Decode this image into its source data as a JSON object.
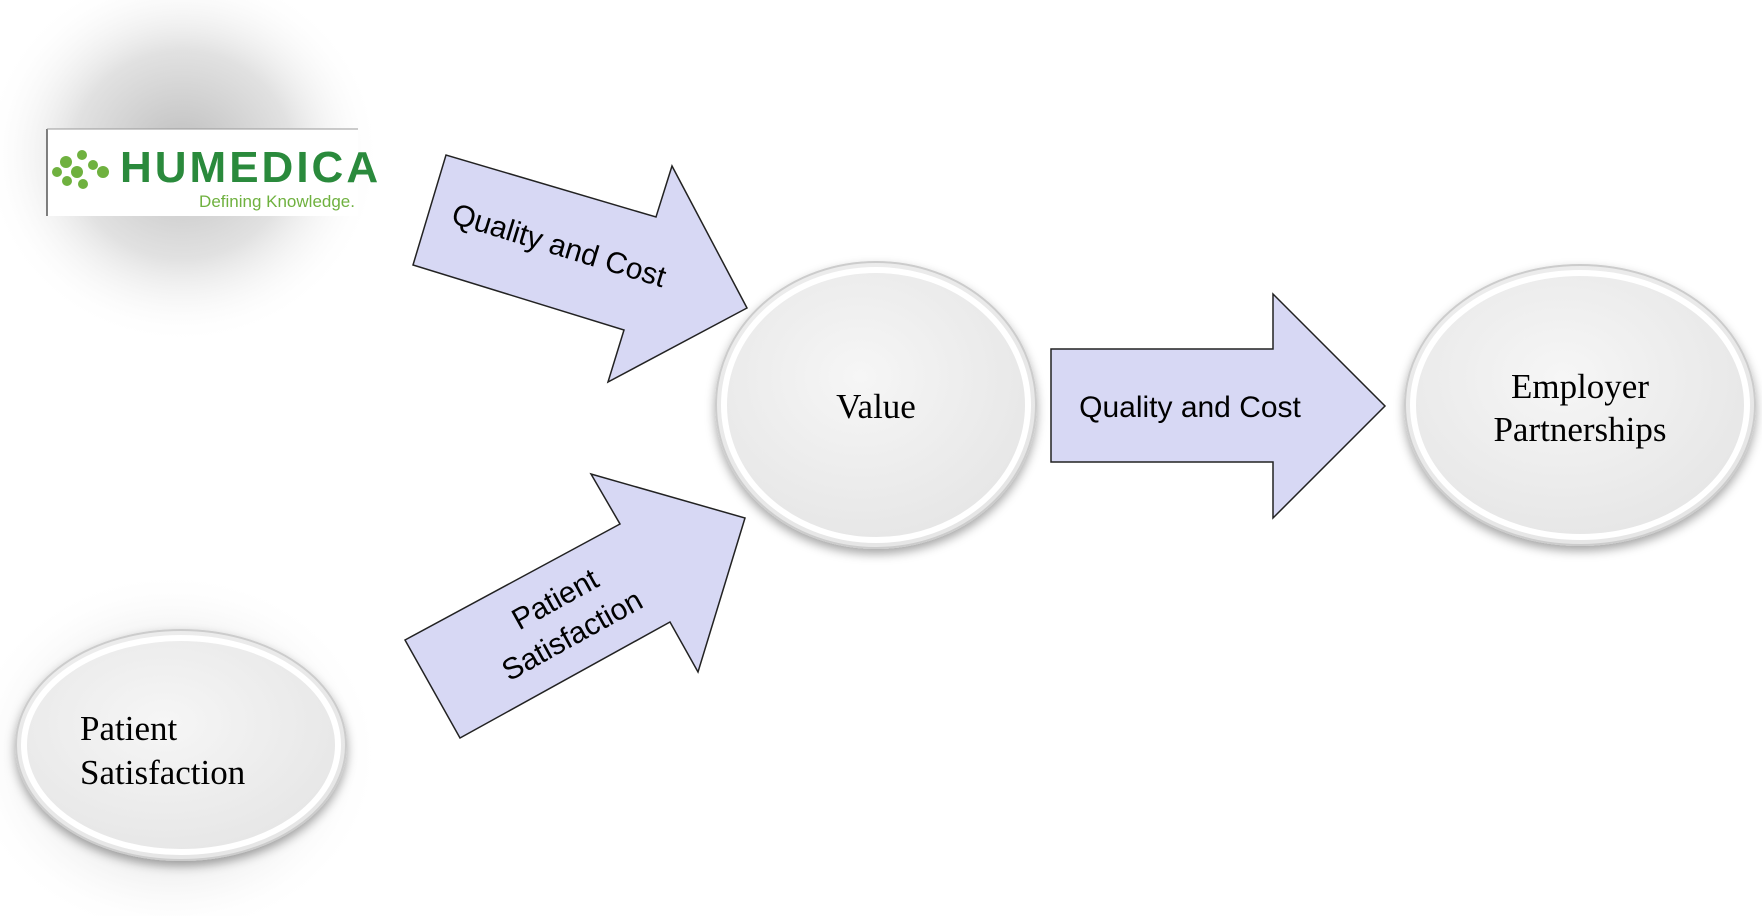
{
  "logo": {
    "wordmark": "HUMEDICA",
    "tagline": "Defining Knowledge.",
    "wordmark_color": "#2a8a3c",
    "tagline_color": "#6fb13f"
  },
  "nodes": {
    "patient_satisfaction": {
      "line1": "Patient",
      "line2": "Satisfaction"
    },
    "value": {
      "label": "Value"
    },
    "employer_partnerships": {
      "line1": "Employer",
      "line2": "Partnerships"
    }
  },
  "arrows": {
    "humedica_to_value": {
      "label": "Quality and Cost"
    },
    "satisfaction_to_value": {
      "line1": "Patient",
      "line2": "Satisfaction"
    },
    "value_to_employer": {
      "label": "Quality and Cost"
    }
  },
  "colors": {
    "arrow_fill": "#d7d8f4",
    "arrow_stroke": "#222222",
    "node_fill": "#efefef",
    "node_rim": "#ffffff",
    "halo": "#cfcfcf"
  }
}
